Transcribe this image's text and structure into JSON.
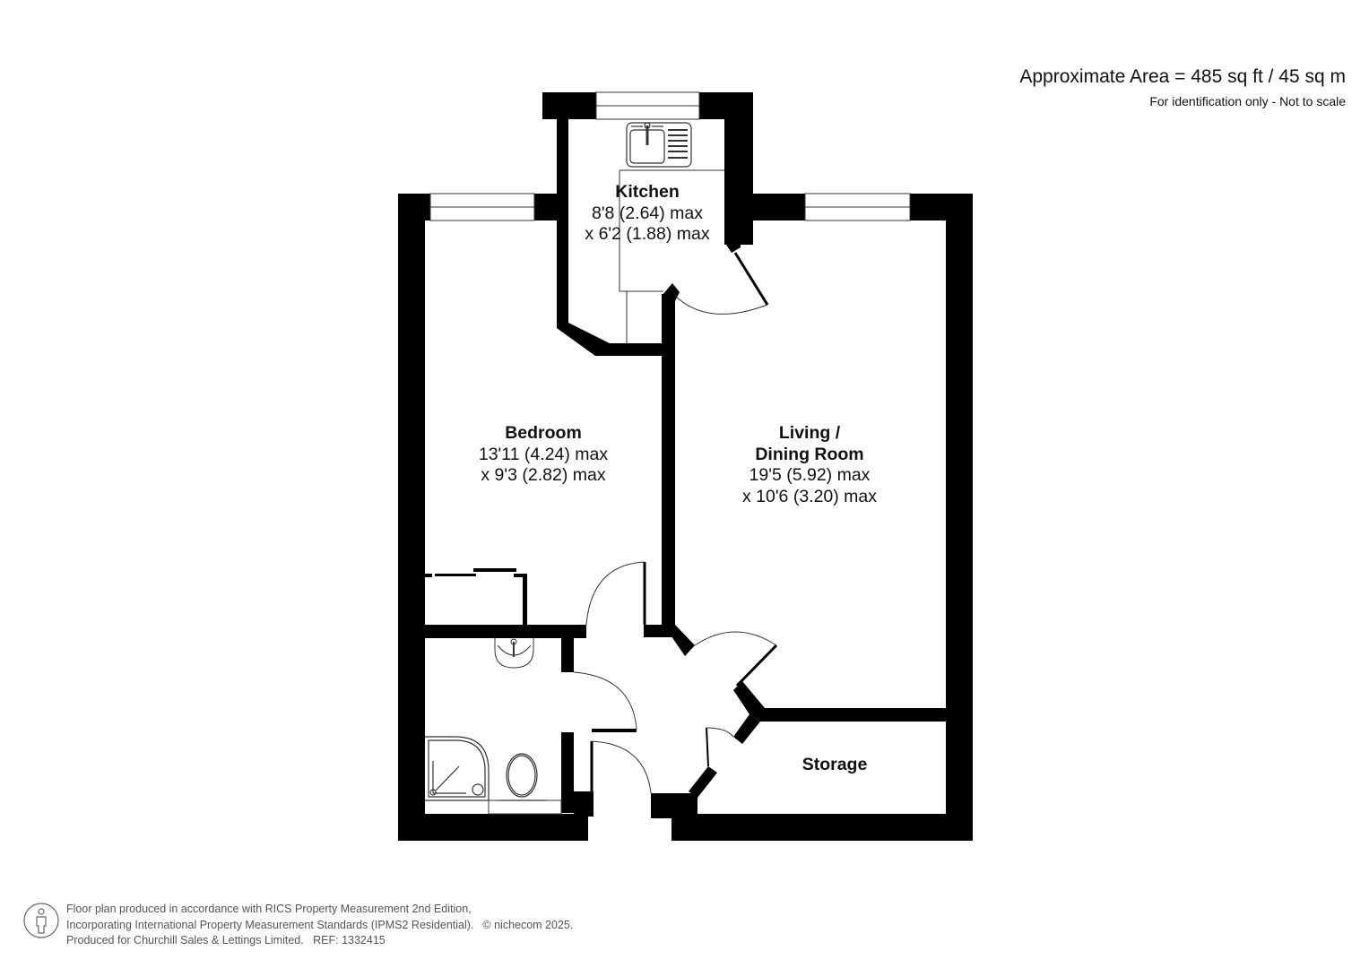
{
  "header": {
    "approximate_area": "Approximate Area = 485 sq ft / 45 sq m",
    "scale_note": "For identification only - Not to scale"
  },
  "rooms": {
    "kitchen": {
      "name": "Kitchen",
      "dim1": "8'8 (2.64) max",
      "dim2": "x 6'2 (1.88) max"
    },
    "bedroom": {
      "name": "Bedroom",
      "dim1": "13'11 (4.24) max",
      "dim2": "x 9'3 (2.82) max"
    },
    "living": {
      "name_line1": "Living /",
      "name_line2": "Dining Room",
      "dim1": "19'5 (5.92) max",
      "dim2": "x 10'6 (3.20) max"
    },
    "storage": {
      "name": "Storage"
    }
  },
  "fixtures": {
    "kitchen_sink": "sink-with-drainer",
    "bathroom_basin": "wash-basin",
    "shower": "corner-shower",
    "toilet": "toilet"
  },
  "colors": {
    "wall": "#000000",
    "background": "#ffffff",
    "footer_text": "#555555"
  },
  "footer": {
    "line1": "Floor plan produced in accordance with RICS Property Measurement 2nd Edition,",
    "line2": "Incorporating International Property Measurement Standards (IPMS2 Residential).",
    "copyright": "© nichecom 2025.",
    "line3": "Produced for Churchill Sales & Lettings Limited.   REF: 1332415",
    "icon": "person-icon"
  }
}
